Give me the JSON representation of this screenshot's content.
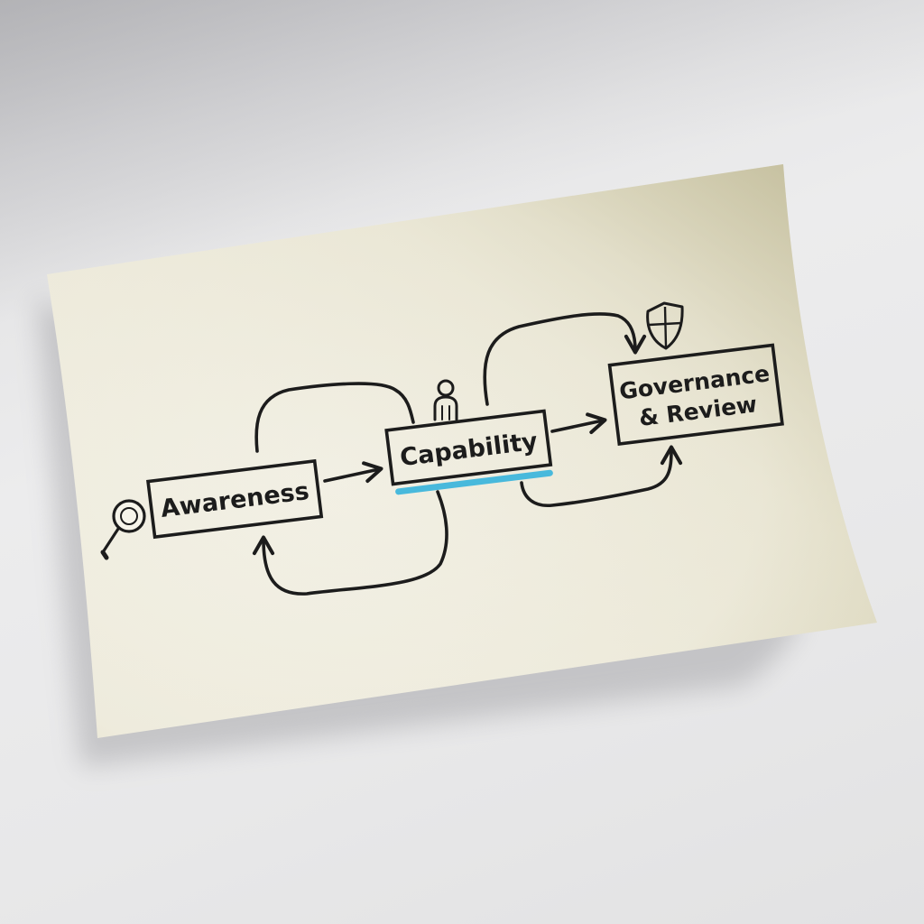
{
  "nodes": {
    "awareness": {
      "label": "Awareness",
      "icon": "magnifier-icon"
    },
    "capability": {
      "label": "Capability",
      "icon": "person-icon",
      "highlight_color": "#48b9dc"
    },
    "governance": {
      "label_line1": "Governance",
      "label_line2": "& Review",
      "icon": "shield-icon"
    }
  },
  "colors": {
    "ink": "#1c1c1c",
    "paper": "#f1eee2",
    "highlight": "#48b9dc"
  }
}
